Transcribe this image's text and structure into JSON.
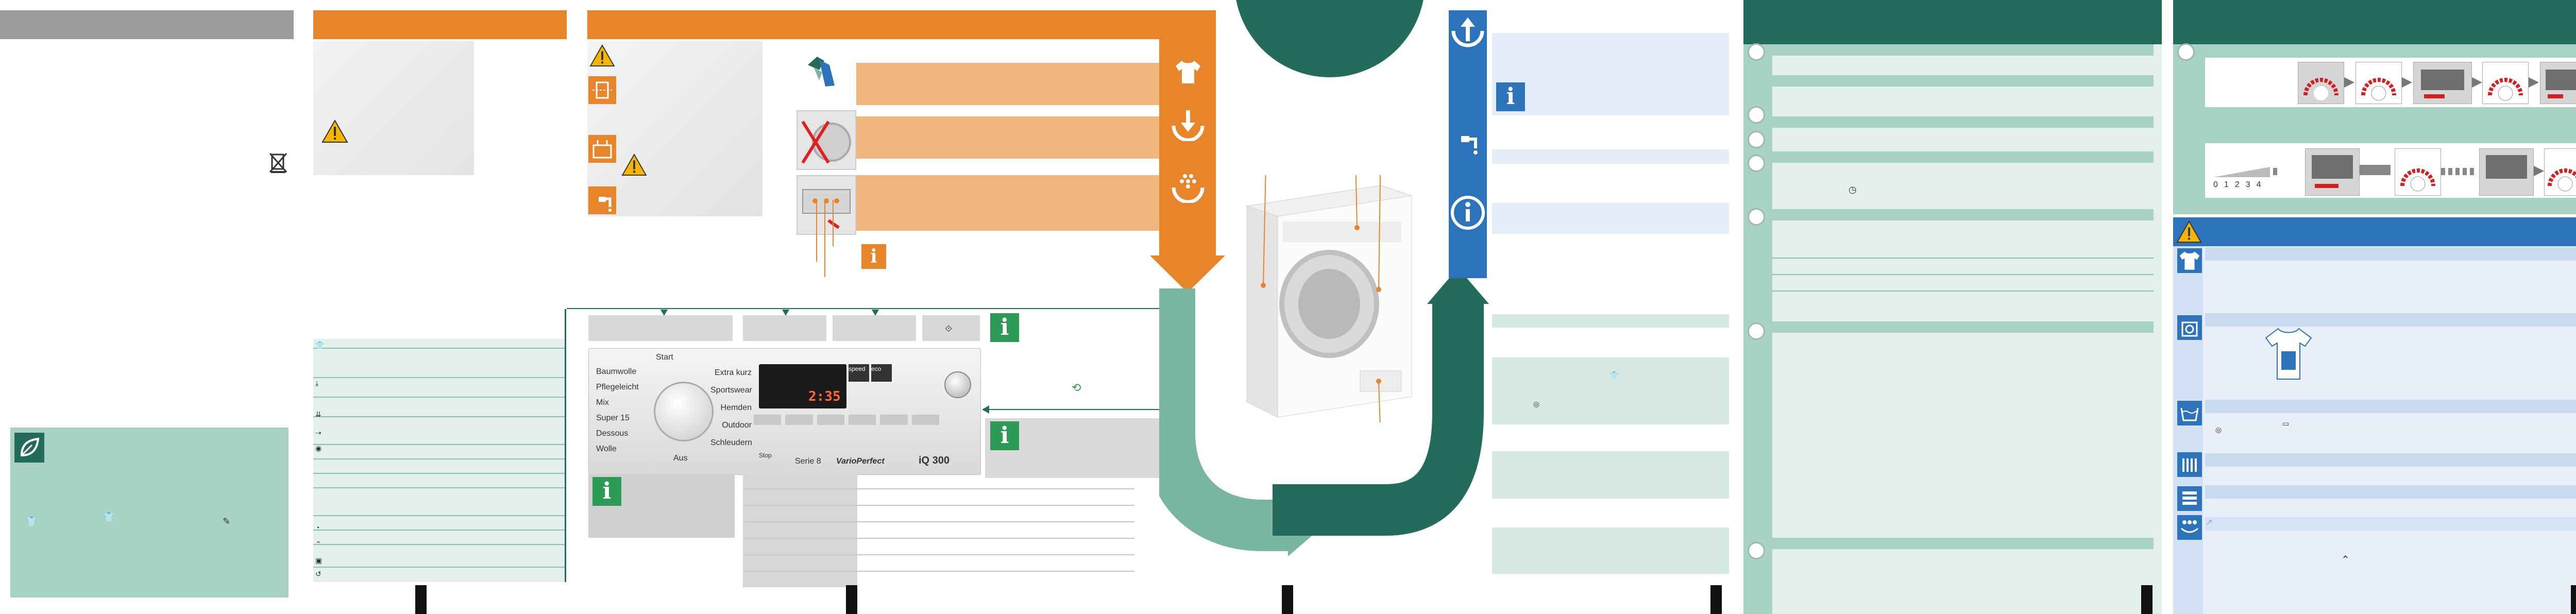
{
  "page": {
    "background": "#ffffff"
  },
  "colors": {
    "orange": "#e8842a",
    "orange_light": "#f0b67e",
    "teal_dark": "#236b5a",
    "teal_mid": "#79b6a1",
    "teal_light": "#a8d3c4",
    "blue": "#2d73bb",
    "info_green": "#2d9b55"
  },
  "control_panel": {
    "programs_left": [
      "Baumwolle",
      "Pflegeleicht",
      "Mix",
      "Super 15",
      "Dessous",
      "Wolle"
    ],
    "programs_right": [
      "Extra kurz",
      "Sportswear",
      "Hemden",
      "Outdoor",
      "Schleudern"
    ],
    "knob_top_label": "Start",
    "knob_bottom_label": "Aus",
    "display_time": "2:35",
    "display_left": "speed",
    "display_right": "eco",
    "brand_logo": "VarioPerfect",
    "brand_series": "Serie 8",
    "model": "iQ 300",
    "side_label": "Stop"
  },
  "level_scale": {
    "values": [
      "0",
      "1",
      "2",
      "3",
      "4"
    ]
  },
  "icons": {
    "warning": "warning-triangle-icon",
    "recycle": "weee-bin-icon",
    "info": "info-icon",
    "shirt": "shirt-icon",
    "load": "load-arrow-icon",
    "detergent": "detergent-icon",
    "upload": "upload-arrow-icon",
    "tap": "water-tap-icon",
    "info_circle": "info-circle-icon",
    "leaf": "eco-leaf-icon"
  }
}
